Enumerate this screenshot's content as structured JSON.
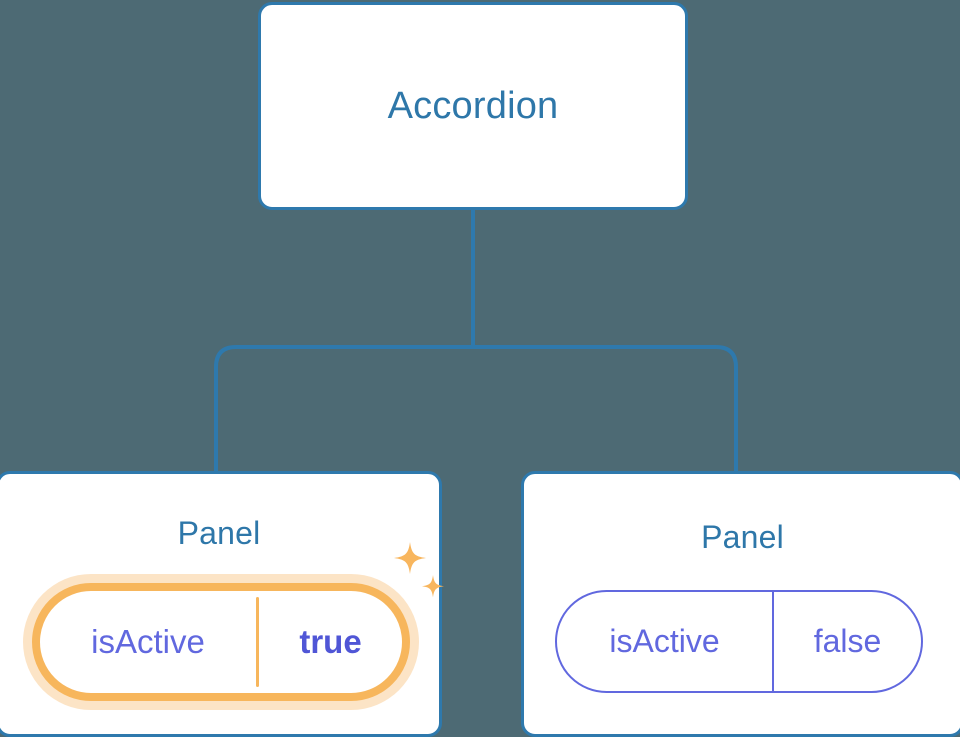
{
  "diagram": {
    "type": "component-tree",
    "background_color": "#4d6a74",
    "connector_color": "#2e79ad",
    "root": {
      "title": "Accordion"
    },
    "children": [
      {
        "title": "Panel",
        "highlighted": true,
        "prop": {
          "key": "isActive",
          "value": "true",
          "key_color": "#6168df",
          "value_color": "#5056d6",
          "border_color": "#f7b65c",
          "glow_color": "#f8be78"
        },
        "decoration": "sparkle-icon"
      },
      {
        "title": "Panel",
        "highlighted": false,
        "prop": {
          "key": "isActive",
          "value": "false",
          "key_color": "#6168df",
          "value_color": "#6168df",
          "border_color": "#6168df"
        }
      }
    ]
  }
}
